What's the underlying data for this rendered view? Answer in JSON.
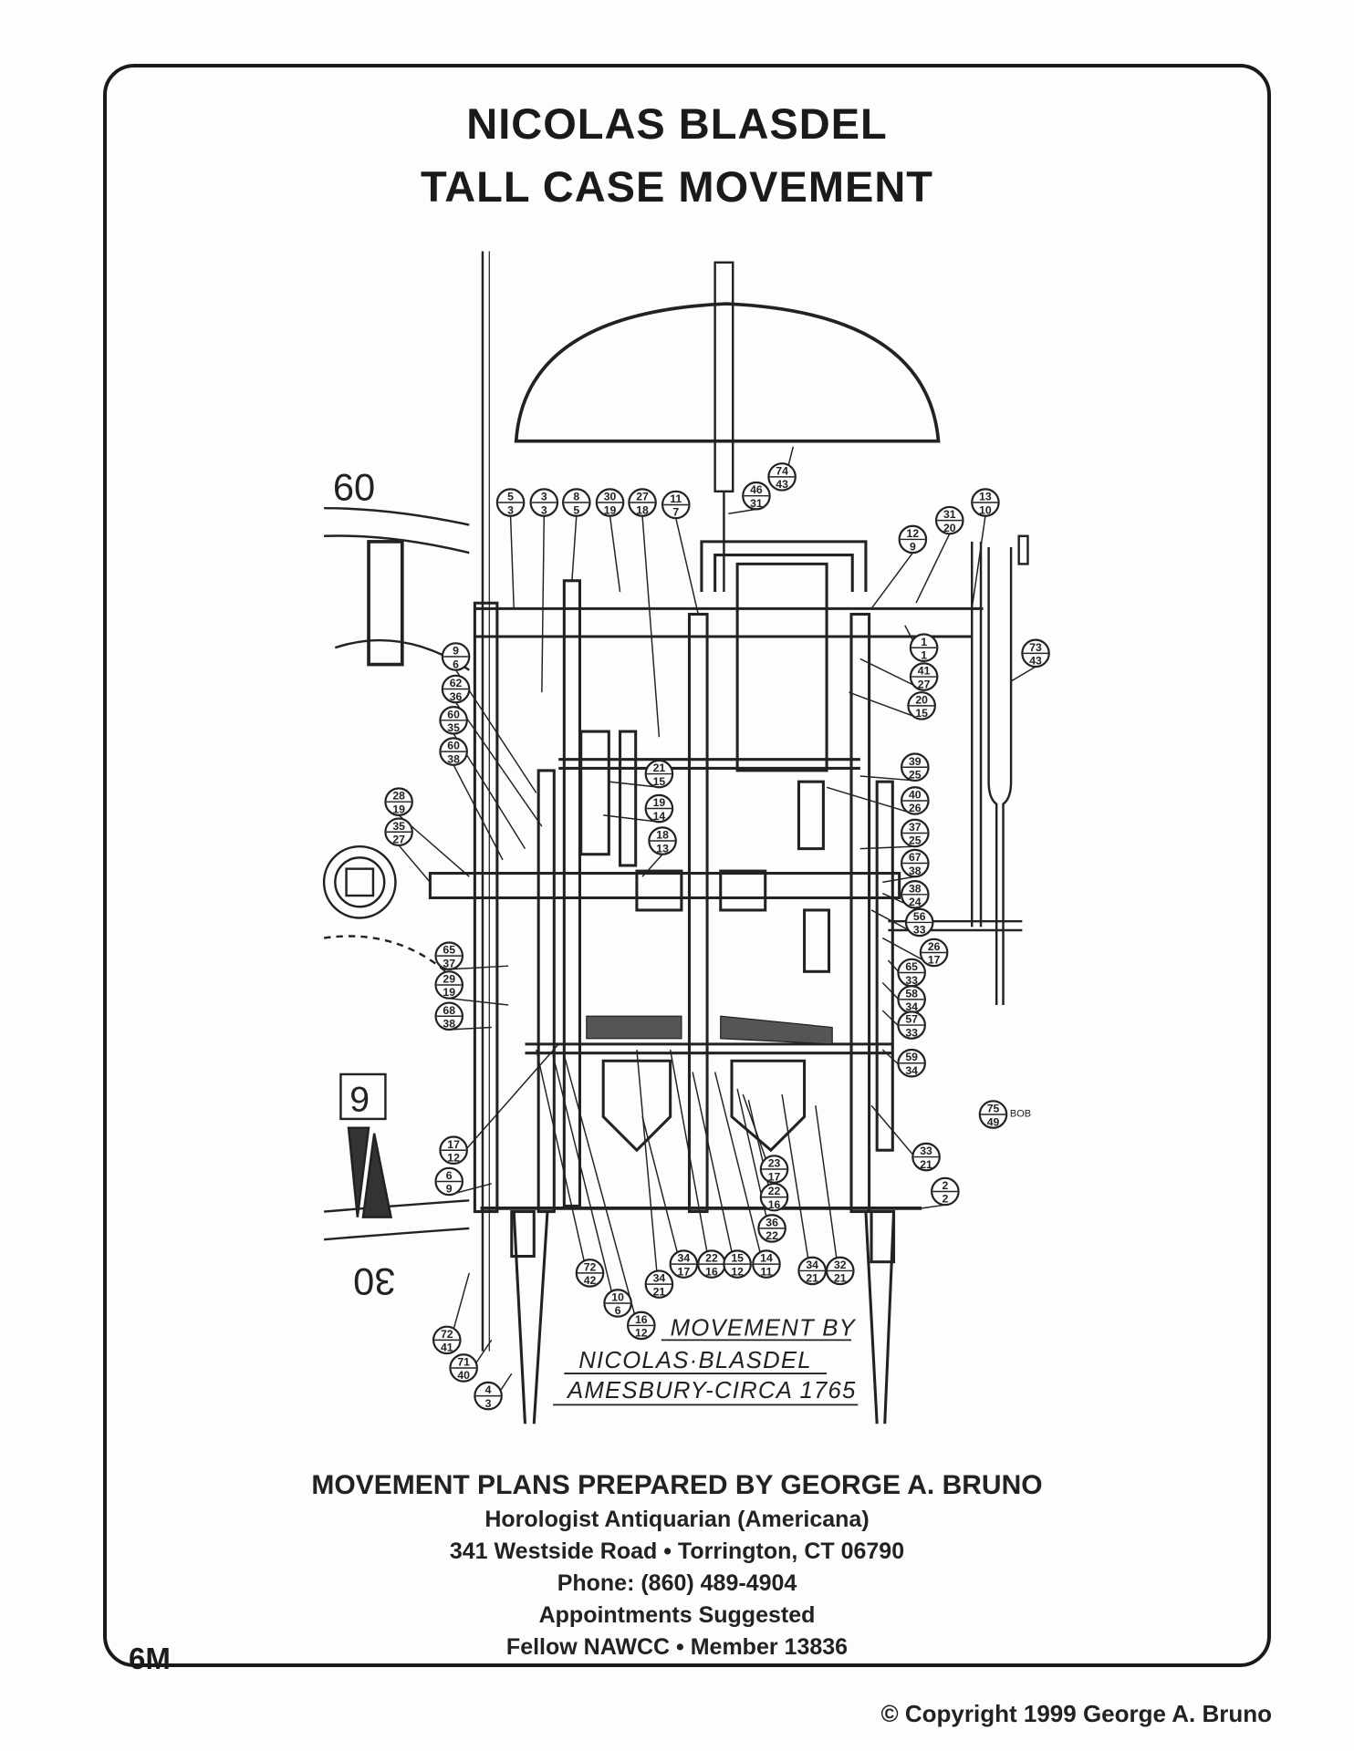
{
  "title": {
    "line1": "NICOLAS BLASDEL",
    "line2": "TALL CASE MOVEMENT"
  },
  "drawing": {
    "inscription": [
      "MOVEMENT BY",
      "NICOLAS·BLASDEL",
      "AMESBURY-CIRCA 1765"
    ],
    "dial_numerals": {
      "top": "60",
      "bottom": "30",
      "side": "9"
    },
    "bob_label": "BOB",
    "part_labels": [
      [
        "5",
        "3"
      ],
      [
        "3",
        "3"
      ],
      [
        "8",
        "5"
      ],
      [
        "30",
        "19"
      ],
      [
        "27",
        "18"
      ],
      [
        "11",
        "7"
      ],
      [
        "46",
        "31"
      ],
      [
        "74",
        "43"
      ],
      [
        "12",
        "9"
      ],
      [
        "31",
        "20"
      ],
      [
        "13",
        "10"
      ],
      [
        "1",
        "1"
      ],
      [
        "41",
        "27"
      ],
      [
        "20",
        "15"
      ],
      [
        "39",
        "25"
      ],
      [
        "40",
        "26"
      ],
      [
        "37",
        "25"
      ],
      [
        "67",
        "38"
      ],
      [
        "38",
        "24"
      ],
      [
        "56",
        "33"
      ],
      [
        "26",
        "17"
      ],
      [
        "65",
        "33"
      ],
      [
        "58",
        "34"
      ],
      [
        "57",
        "33"
      ],
      [
        "59",
        "34"
      ],
      [
        "73",
        "43"
      ],
      [
        "9",
        "6"
      ],
      [
        "62",
        "36"
      ],
      [
        "60",
        "35"
      ],
      [
        "60",
        "38"
      ],
      [
        "28",
        "19"
      ],
      [
        "35",
        "27"
      ],
      [
        "65",
        "37"
      ],
      [
        "29",
        "19"
      ],
      [
        "68",
        "38"
      ],
      [
        "17",
        "12"
      ],
      [
        "6",
        "9"
      ],
      [
        "72",
        "41"
      ],
      [
        "71",
        "40"
      ],
      [
        "4",
        "3"
      ],
      [
        "21",
        "15"
      ],
      [
        "19",
        "14"
      ],
      [
        "18",
        "13"
      ],
      [
        "72",
        "42"
      ],
      [
        "10",
        "6"
      ],
      [
        "16",
        "12"
      ],
      [
        "34",
        "21"
      ],
      [
        "34",
        "17"
      ],
      [
        "22",
        "16"
      ],
      [
        "15",
        "12"
      ],
      [
        "14",
        "11"
      ],
      [
        "34",
        "21"
      ],
      [
        "32",
        "21"
      ],
      [
        "36",
        "22"
      ],
      [
        "23",
        "17"
      ],
      [
        "22",
        "16"
      ],
      [
        "33",
        "21"
      ],
      [
        "2",
        "2"
      ],
      [
        "75",
        "49"
      ]
    ]
  },
  "footer": {
    "prepared_by": "MOVEMENT PLANS PREPARED BY GEORGE A. BRUNO",
    "role": "Horologist Antiquarian (Americana)",
    "address": "341 Westside Road • Torrington, CT 06790",
    "phone": "Phone: (860) 489-4904",
    "appointments": "Appointments Suggested",
    "membership": "Fellow NAWCC  •  Member 13836"
  },
  "page_code": "6M",
  "copyright": "© Copyright 1999 George A. Bruno"
}
